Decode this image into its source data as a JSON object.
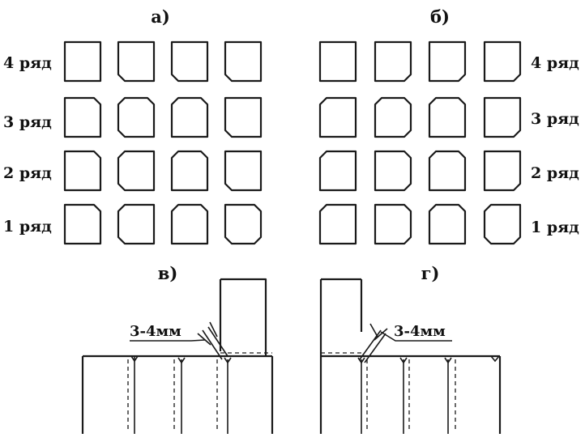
{
  "panels": {
    "a": {
      "caption": "а)"
    },
    "b": {
      "caption": "б)"
    },
    "v": {
      "caption": "в)"
    },
    "g": {
      "caption": "г)"
    }
  },
  "rows": {
    "row4": "4 ряд",
    "row3": "3 ряд",
    "row2": "2 ряд",
    "row1": "1 ряд"
  },
  "dimension": {
    "left": "3-4мм",
    "right": "3-4мм"
  },
  "colors": {
    "ink": "#1a1a1a",
    "background": "#ffffff"
  }
}
